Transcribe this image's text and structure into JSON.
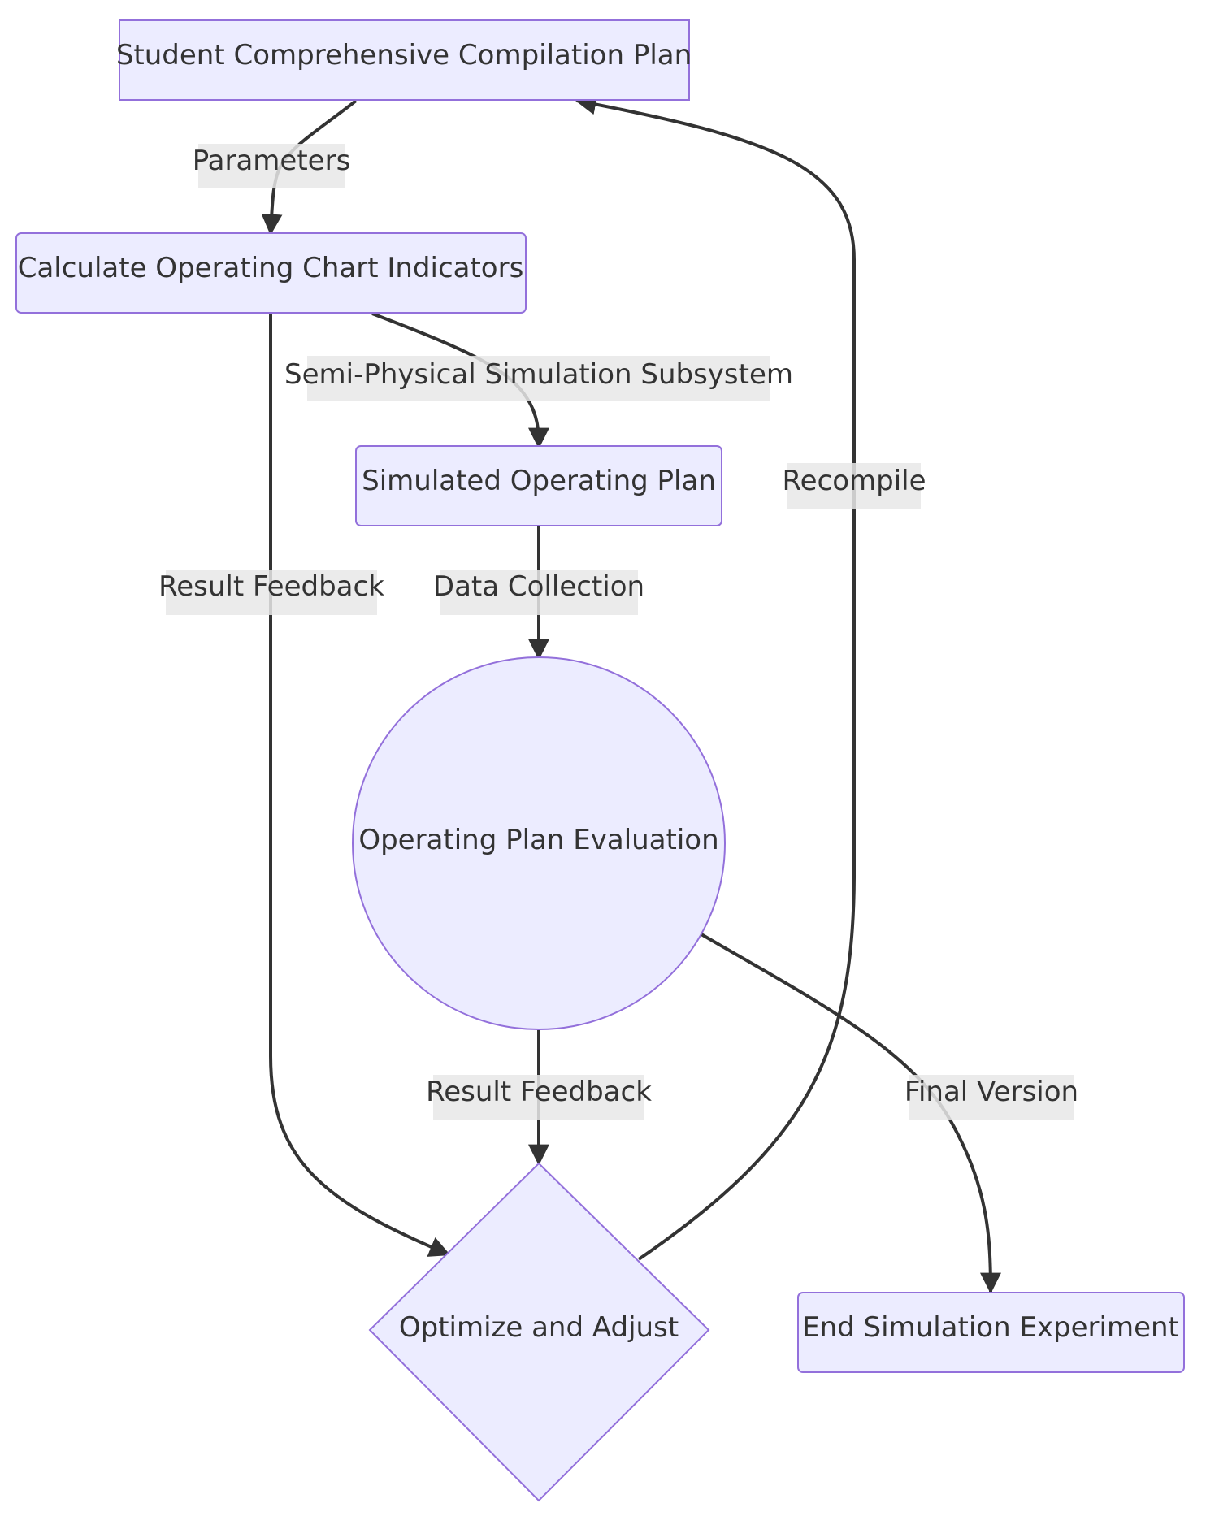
{
  "nodes": {
    "plan": "Student Comprehensive Compilation Plan",
    "calc": "Calculate Operating Chart Indicators",
    "sim": "Simulated Operating Plan",
    "eval": "Operating Plan Evaluation",
    "opt": "Optimize and Adjust",
    "end": "End Simulation Experiment"
  },
  "edges": {
    "parameters": "Parameters",
    "semi_physical": "Semi-Physical Simulation Subsystem",
    "data_collection": "Data Collection",
    "result_feedback_left": "Result Feedback",
    "result_feedback_center": "Result Feedback",
    "recompile": "Recompile",
    "final_version": "Final Version"
  },
  "colors": {
    "node_fill": "#ECECFF",
    "node_stroke": "#9370DB",
    "edge_stroke": "#333333",
    "label_bg": "#E8E8E8",
    "text": "#333333"
  }
}
